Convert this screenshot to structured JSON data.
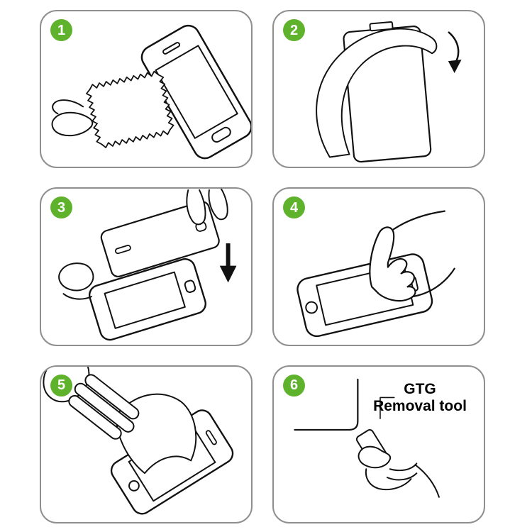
{
  "colors": {
    "badge_green": "#5fb32c",
    "badge_text": "#ffffff",
    "panel_border": "#8f8f8f",
    "line_art": "#111111",
    "background": "#ffffff"
  },
  "steps": [
    {
      "number": "1",
      "illustration": "wipe-phone-with-cleaning-cloth"
    },
    {
      "number": "2",
      "illustration": "peel-backing-film-from-protector"
    },
    {
      "number": "3",
      "illustration": "align-protector-over-phone"
    },
    {
      "number": "4",
      "illustration": "press-screen-with-finger"
    },
    {
      "number": "5",
      "illustration": "smooth-film-onto-screen"
    },
    {
      "number": "6",
      "illustration": "lift-corner-with-removal-tool",
      "label_line1": "GTG",
      "label_line2": "Removal tool"
    }
  ]
}
